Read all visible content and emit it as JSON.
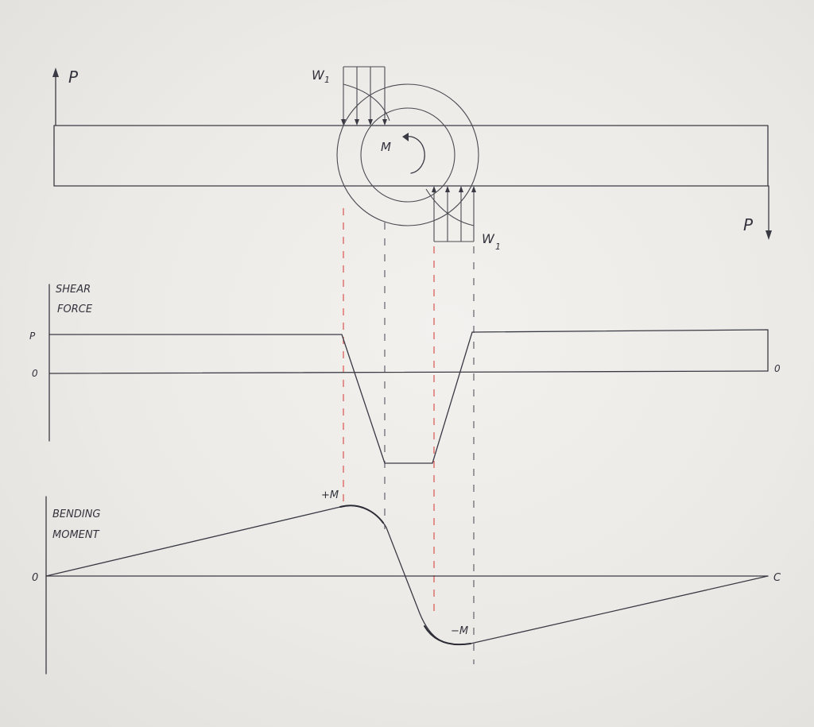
{
  "beam": {
    "load_left": "P",
    "load_right": "P",
    "dist_load_top": "W",
    "dist_load_top_sub": "1",
    "dist_load_bottom": "W",
    "dist_load_bottom_sub": "1",
    "moment": "M"
  },
  "shear": {
    "label_line1": "SHEAR",
    "label_line2": "FORCE",
    "tick_p": "P",
    "tick_zero": "0",
    "end_zero": "0"
  },
  "bending": {
    "label_line1": "BENDING",
    "label_line2": "MOMENT",
    "tick_zero": "0",
    "end_zero": "C",
    "peak_pos": "+M",
    "peak_neg": "−M"
  },
  "colors": {
    "ink": "#3a3a44",
    "guide": "#d9534f",
    "paper": "#eceae6"
  }
}
